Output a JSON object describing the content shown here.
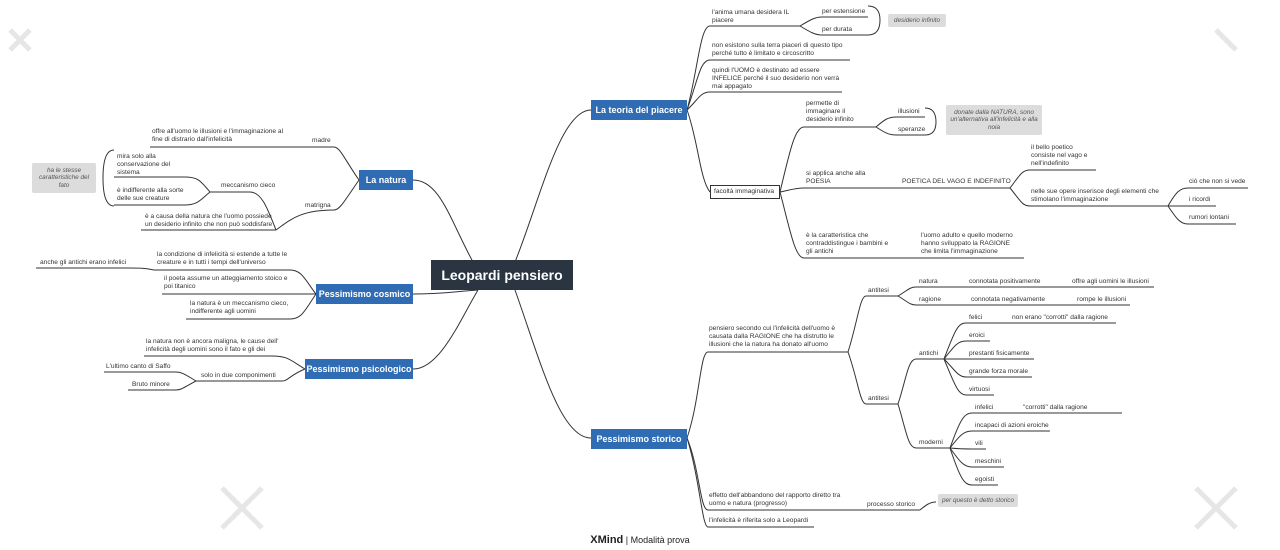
{
  "root": "Leopardi pensiero",
  "topics": {
    "piacere": "La teoria del piacere",
    "natura": "La natura",
    "cosmico": "Pessimismo cosmico",
    "psicologico": "Pessimismo psicologico",
    "storico": "Pessimismo storico"
  },
  "piacere": {
    "anima": "l'anima umana desidera IL piacere",
    "estensione": "per estensione",
    "durata": "per durata",
    "desiderio_note": "desiderio infinito",
    "non_esistono": "non esistono sulla terra piaceri di questo tipo perché tutto è limitato e circoscritto",
    "quindi": "quindi l'UOMO è destinato ad essere INFELICE perché il suo desiderio non verrà mai appagato",
    "facolta": "facoltà immaginativa",
    "permette": "permette di immaginare il desiderio infinito",
    "illusioni": "illusioni",
    "speranze": "speranze",
    "donate_note": "donate dalla NATURA, sono un'alternativa all'infelicità e alla noia",
    "si_applica": "si applica anche alla POESIA",
    "poetica": "POETICA DEL VAGO E INDEFINITO",
    "bello": "il bello poetico consiste nel vago e nell'indefinito",
    "nelle_opere": "nelle sue opere inserisce degli elementi che stimolano l'immaginazione",
    "cio": "ciò che non si vede",
    "ricordi": "i ricordi",
    "rumori": "rumori lontani",
    "caratteristica": "è la caratteristica che contraddistingue i bambini e gli antichi",
    "adulto": "l'uomo adulto e quello moderno hanno sviluppato la RAGIONE che limita l'immaginazione"
  },
  "natura": {
    "offre": "offre all'uomo le illusioni e l'immaginazione al fine di distrario dall'infelicità",
    "madre": "madre",
    "mira": "mira solo alla conservazione del sistema",
    "indifferente": "è indifferente alla sorte delle sue creature",
    "meccanismo": "meccanismo cieco",
    "causa": "è a causa della natura che l'uomo possiede un desiderio infinito che non può soddisfare",
    "matrigna": "matrigna",
    "note": "ha le stesse caratteristiche del fato"
  },
  "cosmico": {
    "condizione": "la condizione di infelicità si estende a tutte le creature e in tutti i tempi dell'universo",
    "antichi": "anche gli antichi erano infelici",
    "poeta": "il poeta assume un atteggiamento stoico e poi titanico",
    "natura_mecc": "la natura è un meccanismo cieco, indifferente agli uomini"
  },
  "psicologico": {
    "maligna": "la natura non è ancora maligna, le cause dell' infelicità degli uomini sono il fato e gli dei",
    "due": "solo in due componimenti",
    "saffo": "L'ultimo canto di Saffo",
    "bruto": "Bruto minore"
  },
  "storico": {
    "pensiero": "pensiero secondo cui l'infelicità dell'uomo è causata dalla RAGIONE che ha distrutto le illusioni che la natura ha donato all'uomo",
    "antitesi1": "antitesi",
    "natura": "natura",
    "ragione": "ragione",
    "conn_pos": "connotata positivamente",
    "conn_neg": "connotata negativamente",
    "offre": "offre agli uomini le illusioni",
    "rompe": "rompe le illusioni",
    "antitesi2": "antitesi",
    "antichi": "antichi",
    "felici": "felici",
    "non_corrotti": "non erano \"corrotti\" dalla ragione",
    "eroici": "eroici",
    "prestanti": "prestanti fisicamente",
    "grande": "grande forza morale",
    "virtuosi": "virtuosi",
    "moderni": "moderni",
    "infelici": "infelici",
    "corrotti": "\"corrotti\" dalla ragione",
    "incapaci": "incapaci di azioni eroiche",
    "vili": "vili",
    "meschini": "meschini",
    "egoisti": "egoisti",
    "effetto": "effetto dell'abbandono del rapporto diretto tra uomo e natura (progresso)",
    "processo": "processo storico",
    "processo_note": "per questo è detto storico",
    "riferita": "l'infelicità è riferita solo a Leopardi"
  },
  "footer": {
    "brand": "XMind",
    "mode": "Modalità prova"
  },
  "colors": {
    "topic": "#2f6cb3",
    "root": "#2a3541",
    "note": "#dcdcdc",
    "line": "#333333"
  }
}
